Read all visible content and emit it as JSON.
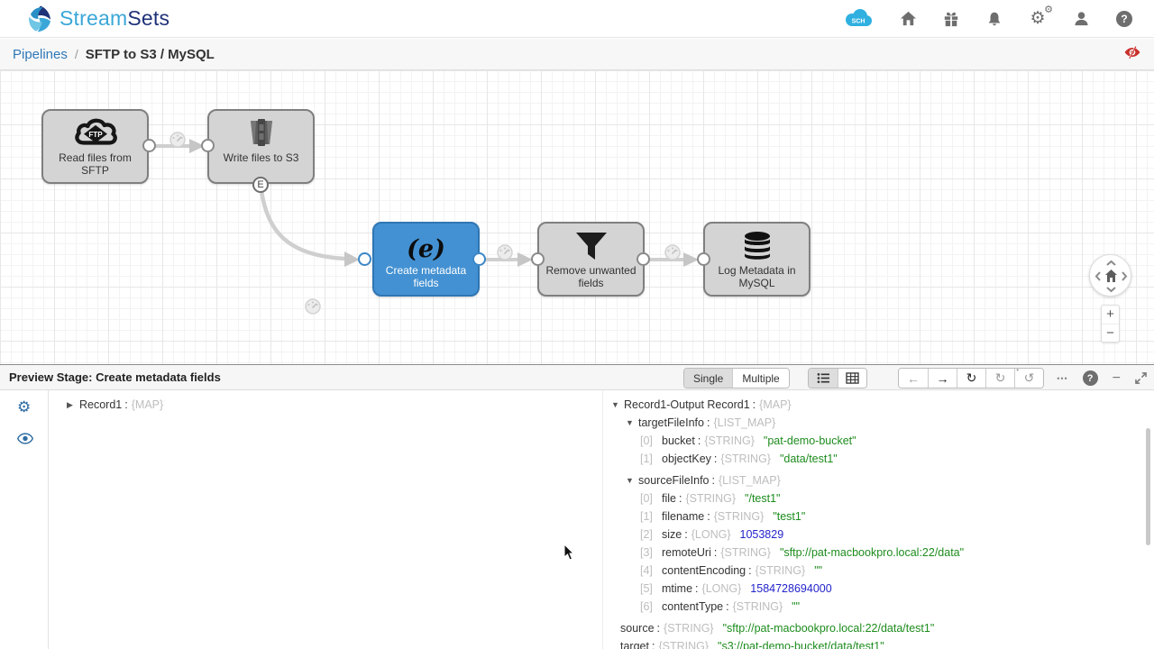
{
  "header": {
    "brand": {
      "part1": "Stream",
      "part2": "Sets"
    },
    "sch_badge": "SCH",
    "icons": [
      "home",
      "gift",
      "notifications",
      "settings",
      "account",
      "help"
    ],
    "help_glyph": "?"
  },
  "breadcrumb": {
    "link": "Pipelines",
    "separator": "/",
    "current": "SFTP to S3 / MySQL"
  },
  "canvas": {
    "stages": [
      {
        "label": "Read files from SFTP",
        "selected": false
      },
      {
        "label": "Write files to S3",
        "selected": false
      },
      {
        "label": "Create metadata fields",
        "selected": true
      },
      {
        "label": "Remove unwanted fields",
        "selected": false
      },
      {
        "label": "Log Metadata in MySQL",
        "selected": false
      }
    ],
    "event_port_label": "E",
    "ftp_icon_text": "FTP",
    "expression_icon_text": "(e)",
    "zoom_in_label": "+",
    "zoom_out_label": "−"
  },
  "preview": {
    "title": "Preview Stage: Create metadata fields",
    "modes": {
      "single": "Single",
      "multiple": "Multiple",
      "active": "Single"
    },
    "toolbar": {
      "prev": "←",
      "next": "→",
      "rerun": "↻",
      "refresh": "↻",
      "revert": "↺",
      "more": "•••",
      "help": "?",
      "minimize": "−"
    },
    "left_pane": {
      "arrow": "▶",
      "name": "Record1",
      "type": "{MAP}"
    },
    "right_rows": [
      {
        "lvl": 0,
        "arrow": "▼",
        "idx": "",
        "name": "Record1-Output Record1",
        "type": "{MAP}",
        "val": "",
        "kind": "",
        "gap": false
      },
      {
        "lvl": 1,
        "arrow": "▼",
        "idx": "",
        "name": "targetFileInfo",
        "type": "{LIST_MAP}",
        "val": "",
        "kind": "",
        "gap": false
      },
      {
        "lvl": 2,
        "arrow": "",
        "idx": "[0]",
        "name": "bucket",
        "type": "{STRING}",
        "val": "pat-demo-bucket",
        "kind": "str",
        "gap": false
      },
      {
        "lvl": 2,
        "arrow": "",
        "idx": "[1]",
        "name": "objectKey",
        "type": "{STRING}",
        "val": "data/test1",
        "kind": "str",
        "gap": false
      },
      {
        "lvl": 1,
        "arrow": "▼",
        "idx": "",
        "name": "sourceFileInfo",
        "type": "{LIST_MAP}",
        "val": "",
        "kind": "",
        "gap": true
      },
      {
        "lvl": 2,
        "arrow": "",
        "idx": "[0]",
        "name": "file",
        "type": "{STRING}",
        "val": "/test1",
        "kind": "str",
        "gap": false
      },
      {
        "lvl": 2,
        "arrow": "",
        "idx": "[1]",
        "name": "filename",
        "type": "{STRING}",
        "val": "test1",
        "kind": "str",
        "gap": false
      },
      {
        "lvl": 2,
        "arrow": "",
        "idx": "[2]",
        "name": "size",
        "type": "{LONG}",
        "val": "1053829",
        "kind": "num",
        "gap": false
      },
      {
        "lvl": 2,
        "arrow": "",
        "idx": "[3]",
        "name": "remoteUri",
        "type": "{STRING}",
        "val": "sftp://pat-macbookpro.local:22/data",
        "kind": "str",
        "gap": false
      },
      {
        "lvl": 2,
        "arrow": "",
        "idx": "[4]",
        "name": "contentEncoding",
        "type": "{STRING}",
        "val": "",
        "kind": "str",
        "gap": false
      },
      {
        "lvl": 2,
        "arrow": "",
        "idx": "[5]",
        "name": "mtime",
        "type": "{LONG}",
        "val": "1584728694000",
        "kind": "num",
        "gap": false
      },
      {
        "lvl": 2,
        "arrow": "",
        "idx": "[6]",
        "name": "contentType",
        "type": "{STRING}",
        "val": "",
        "kind": "str",
        "gap": false
      },
      {
        "lvl": 1,
        "arrow": "",
        "idx": "",
        "name": "source",
        "type": "{STRING}",
        "val": "sftp://pat-macbookpro.local:22/data/test1",
        "kind": "str",
        "gap": true
      },
      {
        "lvl": 1,
        "arrow": "",
        "idx": "",
        "name": "target",
        "type": "{STRING}",
        "val": "s3://pat-demo-bucket/data/test1",
        "kind": "str",
        "gap": false
      }
    ]
  },
  "colors": {
    "accent_blue": "#4391d2",
    "link_blue": "#2e79b8",
    "string_green": "#1d8c1d",
    "number_blue": "#2424cc",
    "type_gray": "#bdbdbd",
    "error_red": "#c9302c",
    "sch_cloud_blue": "#2fb0e0"
  }
}
